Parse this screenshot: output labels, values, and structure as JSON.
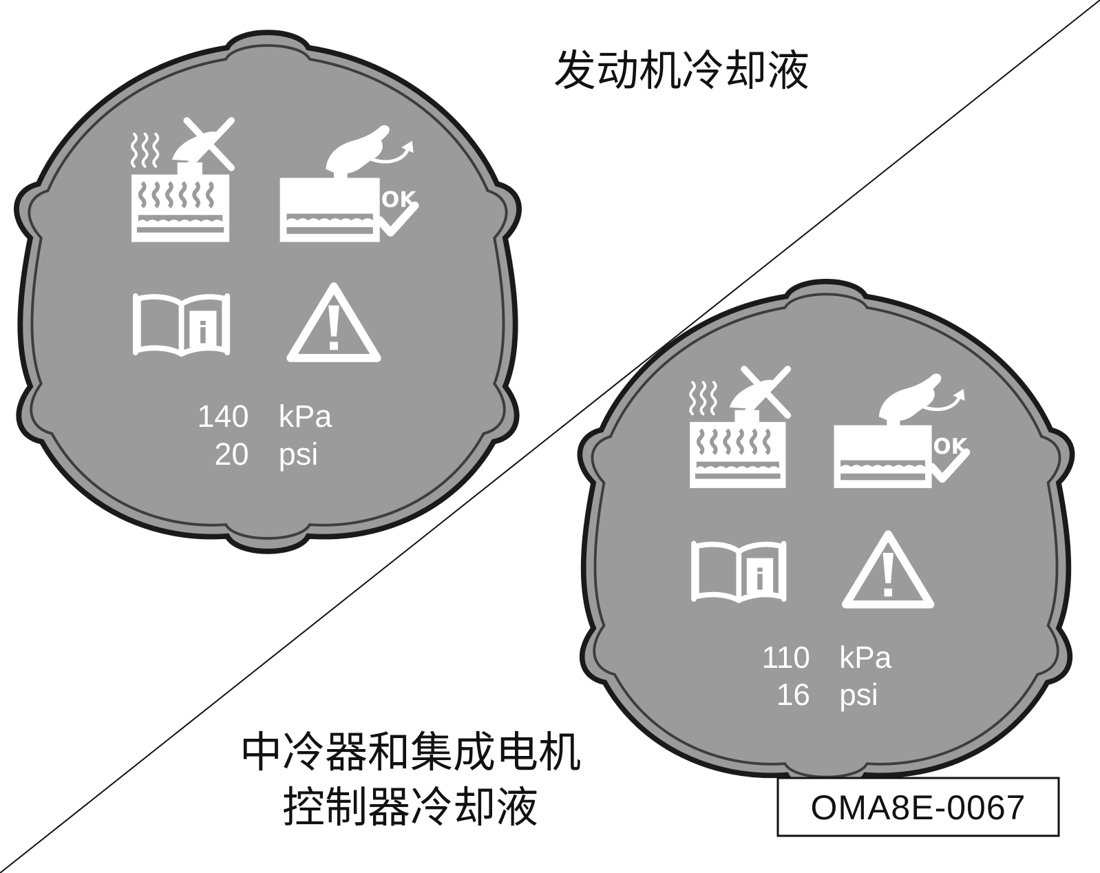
{
  "labels": {
    "top_right": "发动机冷却液",
    "bottom_left_line1": "中冷器和集成电机",
    "bottom_left_line2": "控制器冷却液"
  },
  "caps": [
    {
      "id": "engine-coolant-cap",
      "pressure_kpa_value": "140",
      "pressure_kpa_unit": "kPa",
      "pressure_psi_value": "20",
      "pressure_psi_unit": "psi",
      "icons": [
        "hot-radiator-do-not-open-icon",
        "open-cap-when-cool-ok-icon",
        "read-manual-info-icon",
        "warning-triangle-icon"
      ]
    },
    {
      "id": "intercooler-motor-controller-coolant-cap",
      "pressure_kpa_value": "110",
      "pressure_kpa_unit": "kPa",
      "pressure_psi_value": "16",
      "pressure_psi_unit": "psi",
      "icons": [
        "hot-radiator-do-not-open-icon",
        "open-cap-when-cool-ok-icon",
        "read-manual-info-icon",
        "warning-triangle-icon"
      ]
    }
  ],
  "icon_text": {
    "ok": "OK",
    "info": "i"
  },
  "figure_code": "OMA8E-0067",
  "colors": {
    "cap_fill": "#9b9b9b",
    "cap_outline": "#1a1a1a",
    "icon": "#ffffff"
  }
}
